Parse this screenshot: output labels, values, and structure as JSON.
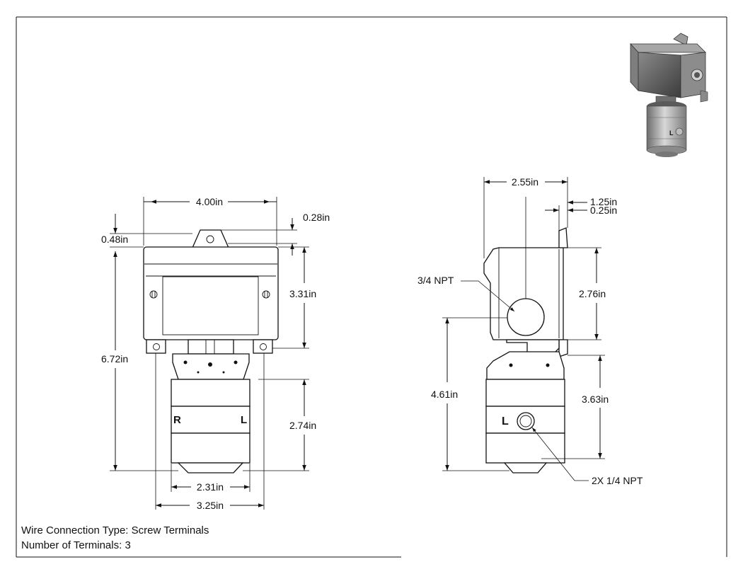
{
  "front_view": {
    "width_overall": "4.00in",
    "tab_height": "0.28in",
    "tab_offset": "0.48in",
    "enclosure_height": "3.31in",
    "total_height": "6.72in",
    "sensor_height": "2.74in",
    "sensor_width": "2.31in",
    "flange_width": "3.25in",
    "label_right": "R",
    "label_left": "L"
  },
  "side_view": {
    "depth": "2.55in",
    "offset_a": "1.25in",
    "offset_b": "0.25in",
    "conduit_callout": "3/4 NPT",
    "enclosure_height": "2.76in",
    "port_height": "4.61in",
    "lower_height": "3.63in",
    "port_callout": "2X 1/4 NPT",
    "label_left": "L"
  },
  "notes": {
    "line1": "Wire Connection Type: Screw Terminals",
    "line2": "Number of Terminals: 3"
  },
  "iso_view": {
    "label": "L"
  },
  "colors": {
    "line": "#111111",
    "shade_dark": "#4a4a4a",
    "shade_light": "#bdbdbd"
  }
}
